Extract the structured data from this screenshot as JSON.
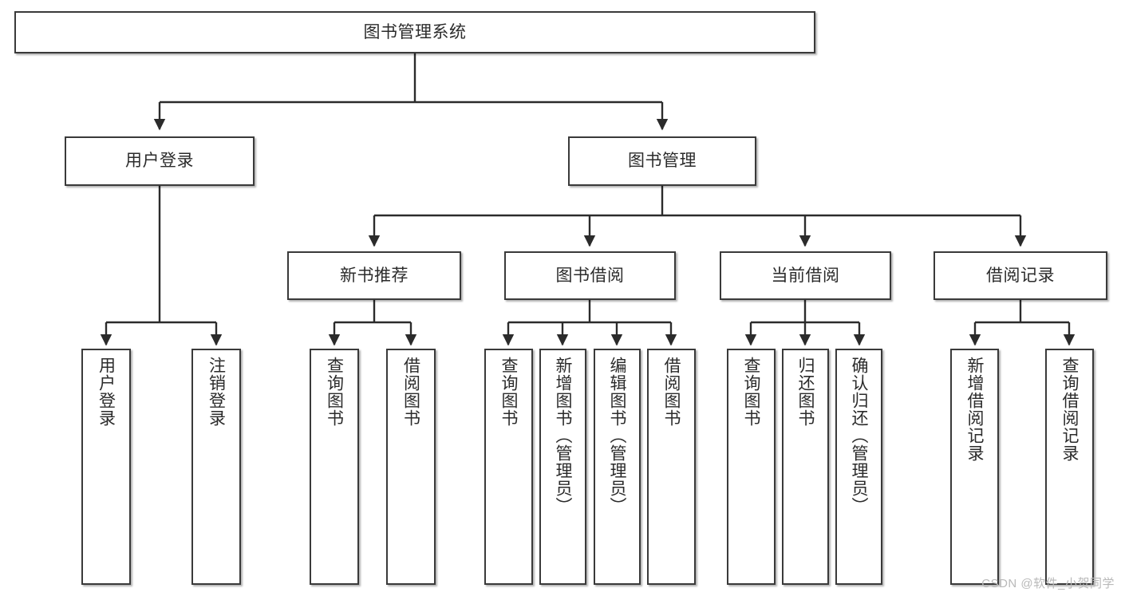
{
  "diagram": {
    "title": "图书管理系统",
    "type": "hierarchy-tree",
    "watermark": "CSDN @软件_小贺同学",
    "colors": {
      "box_border": "#3a3a3a",
      "box_fill": "#ffffff",
      "edge": "#2b2b2b",
      "text": "#2b2b2b",
      "watermark": "#b9b9b9"
    },
    "levels": {
      "root": {
        "label": "图书管理系统"
      },
      "level2": [
        {
          "id": "user-login",
          "label": "用户登录"
        },
        {
          "id": "book-management",
          "label": "图书管理"
        }
      ],
      "level3": [
        {
          "id": "new-book-recommend",
          "label": "新书推荐",
          "parent": "book-management"
        },
        {
          "id": "book-borrow",
          "label": "图书借阅",
          "parent": "book-management"
        },
        {
          "id": "current-borrow",
          "label": "当前借阅",
          "parent": "book-management"
        },
        {
          "id": "borrow-record",
          "label": "借阅记录",
          "parent": "book-management"
        }
      ],
      "leaves": [
        {
          "id": "leaf-user-login",
          "label": "用户登录",
          "parent": "user-login"
        },
        {
          "id": "leaf-logout-login",
          "label": "注销登录",
          "parent": "user-login"
        },
        {
          "id": "leaf-query-book-1",
          "label": "查询图书",
          "parent": "new-book-recommend"
        },
        {
          "id": "leaf-borrow-book-1",
          "label": "借阅图书",
          "parent": "new-book-recommend"
        },
        {
          "id": "leaf-query-book-2",
          "label": "查询图书",
          "parent": "book-borrow"
        },
        {
          "id": "leaf-add-book",
          "label": "新增图书（管理员）",
          "parent": "book-borrow"
        },
        {
          "id": "leaf-edit-book",
          "label": "编辑图书（管理员）",
          "parent": "book-borrow"
        },
        {
          "id": "leaf-borrow-book-2",
          "label": "借阅图书",
          "parent": "book-borrow"
        },
        {
          "id": "leaf-query-book-3",
          "label": "查询图书",
          "parent": "current-borrow"
        },
        {
          "id": "leaf-return-book",
          "label": "归还图书",
          "parent": "current-borrow"
        },
        {
          "id": "leaf-confirm-return",
          "label": "确认归还（管理员）",
          "parent": "current-borrow"
        },
        {
          "id": "leaf-add-record",
          "label": "新增借阅记录",
          "parent": "borrow-record"
        },
        {
          "id": "leaf-query-record",
          "label": "查询借阅记录",
          "parent": "borrow-record"
        }
      ]
    }
  }
}
